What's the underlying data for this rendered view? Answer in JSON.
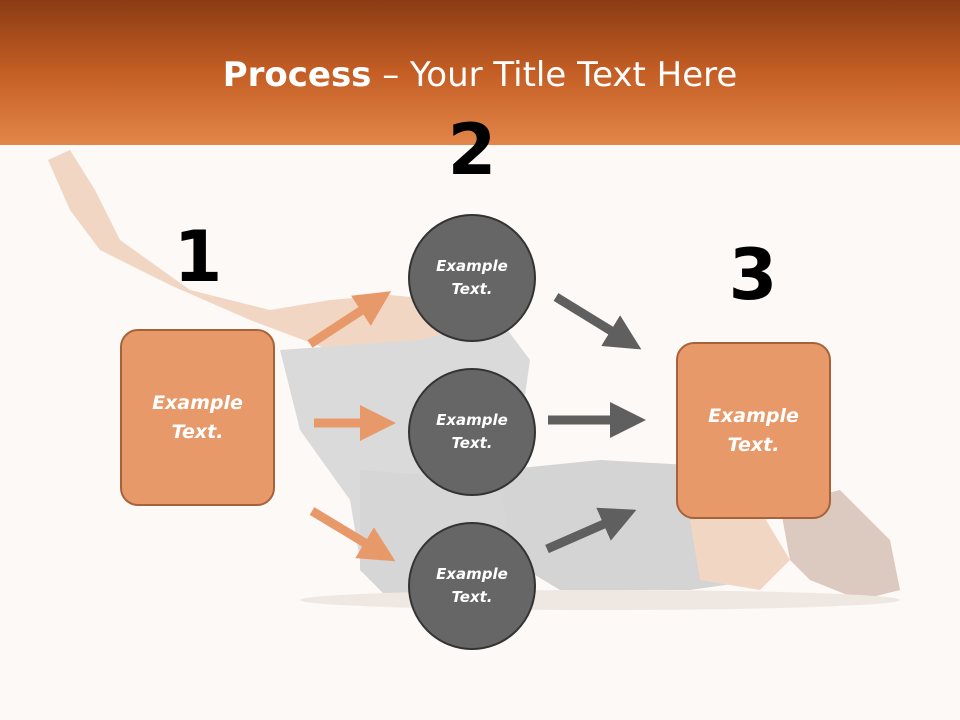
{
  "title": {
    "bold": "Process",
    "rest": " – Your Title Text Here"
  },
  "numbers": [
    "1",
    "2",
    "3"
  ],
  "left_box": "Example Text.",
  "right_box": "Example Text.",
  "circles": [
    "Example Text.",
    "Example Text.",
    "Example Text."
  ],
  "colors": {
    "header": "#c45e24",
    "box_fill": "#e8996a",
    "circle_fill": "#666666",
    "arrow_orange": "#e8996a",
    "arrow_gray": "#5f5f5f"
  }
}
